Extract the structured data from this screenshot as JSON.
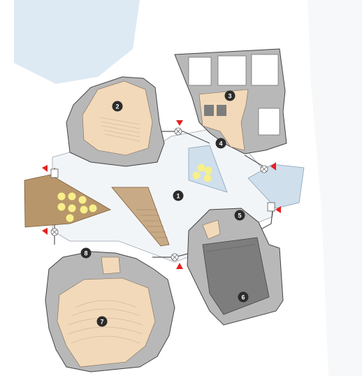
{
  "plan": {
    "markers": [
      {
        "id": "m1",
        "label": "1"
      },
      {
        "id": "m2",
        "label": "2"
      },
      {
        "id": "m3",
        "label": "3"
      },
      {
        "id": "m4",
        "label": "4"
      },
      {
        "id": "m5",
        "label": "5"
      },
      {
        "id": "m6",
        "label": "6"
      },
      {
        "id": "m7",
        "label": "7"
      },
      {
        "id": "m8",
        "label": "8"
      }
    ],
    "colors": {
      "background": "#ffffff",
      "water": "#dde9f3",
      "plaza": "#f2f5f8",
      "auditorium_floor": "#f2d9b9",
      "walls": "#b8b8b8",
      "outline": "#444444",
      "ramp": "#c8ab86",
      "light_panel_blue": "#cfdfec",
      "light_panel_brown": "#b8966b",
      "light_dot": "#f7ef8a",
      "stage_dark": "#7d7d7d",
      "entrance_arrow": "#e52121",
      "marker_fill": "#2b2b2b"
    },
    "icons": [
      "entrance-arrow-icon",
      "door-cross-icon"
    ]
  }
}
